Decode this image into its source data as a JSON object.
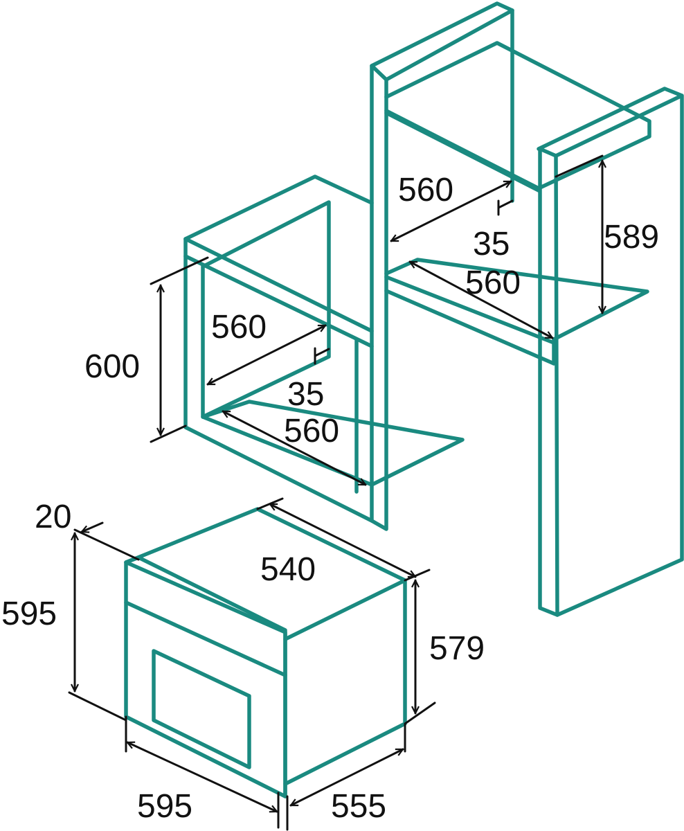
{
  "colors": {
    "outline": "#1a8a80",
    "dimension": "#111111",
    "background": "#ffffff"
  },
  "labels": {
    "oven_width": "595",
    "oven_height": "595",
    "oven_depth": "555",
    "oven_top_depth": "540",
    "oven_body_height": "579",
    "front_panel_thickness": "20",
    "wall_niche_height": "600",
    "wall_niche_width": "560",
    "wall_niche_depth": "560",
    "wall_niche_gap": "35",
    "column_niche_height": "589",
    "column_niche_width": "560",
    "column_niche_depth": "560",
    "column_niche_gap": "35"
  }
}
